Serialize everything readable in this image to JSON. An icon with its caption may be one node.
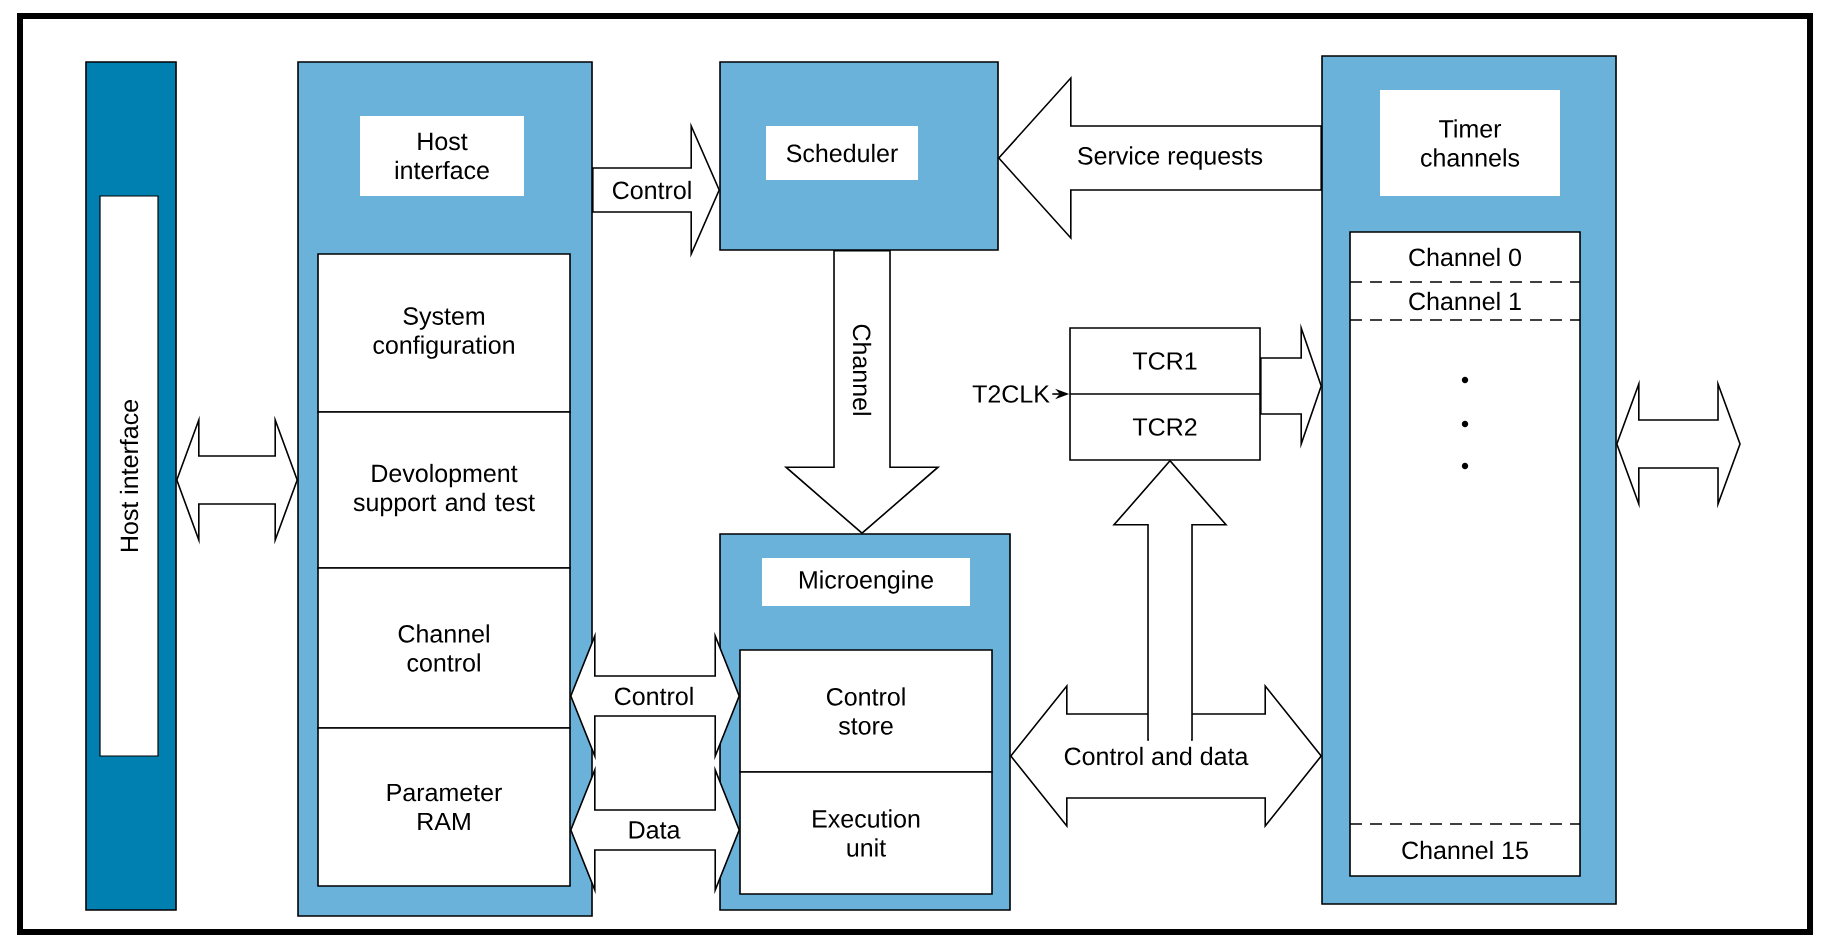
{
  "diagram": {
    "nodes": [
      {
        "text": [
          "Host interface"
        ]
      },
      {
        "text": [
          "Host interface"
        ]
      },
      {
        "text": [
          "System configuration"
        ],
        "in": 1
      },
      {
        "text": [
          "Devolopment support and test"
        ],
        "in": 1
      },
      {
        "text": [
          "Channel control"
        ],
        "in": 1
      },
      {
        "text": [
          "Parameter RAM"
        ],
        "in": 1
      },
      {
        "text": [
          "Scheduler"
        ]
      },
      {
        "text": [
          "Timer channels"
        ]
      },
      {
        "text": [],
        "shape": "box",
        "in": 7
      },
      {
        "text": [
          "Channel 0"
        ],
        "in": 8
      },
      {
        "text": [
          "Channel 1"
        ],
        "in": 8
      },
      {
        "text": [
          "Channel 15"
        ],
        "in": 8
      },
      {
        "text": [
          "T2CLK"
        ]
      },
      {
        "text": [
          "TCR1",
          "TCR2"
        ]
      },
      {
        "text": [
          "Microengine"
        ]
      },
      {
        "text": [
          "Control store"
        ],
        "in": 14
      },
      {
        "text": [
          "Execution unit"
        ],
        "in": 14
      }
    ],
    "edges": [
      {
        "from": 0,
        "to": 1,
        "arrow": "both"
      },
      {
        "from": 1,
        "to": 6,
        "arrow": "to",
        "label": "Control"
      },
      {
        "from": 7,
        "to": 6,
        "arrow": "to",
        "label": "Service requests"
      },
      {
        "from": 6,
        "to": 14,
        "arrow": "to",
        "label": "Channel"
      },
      {
        "from": 12,
        "to": 13,
        "arrow": "to"
      },
      {
        "from": 13,
        "to": 7,
        "arrow": "to"
      },
      {
        "from": 4,
        "to": 15,
        "arrow": "both",
        "label": "Control"
      },
      {
        "from": 5,
        "to": 16,
        "arrow": "both",
        "label": "Data"
      },
      {
        "from": 14,
        "to": 7,
        "arrow": "both",
        "label": "Control and data"
      },
      {
        "from": null,
        "to": 13,
        "arrow": "to"
      },
      {
        "from": 7,
        "to": null,
        "arrow": "both"
      }
    ]
  }
}
